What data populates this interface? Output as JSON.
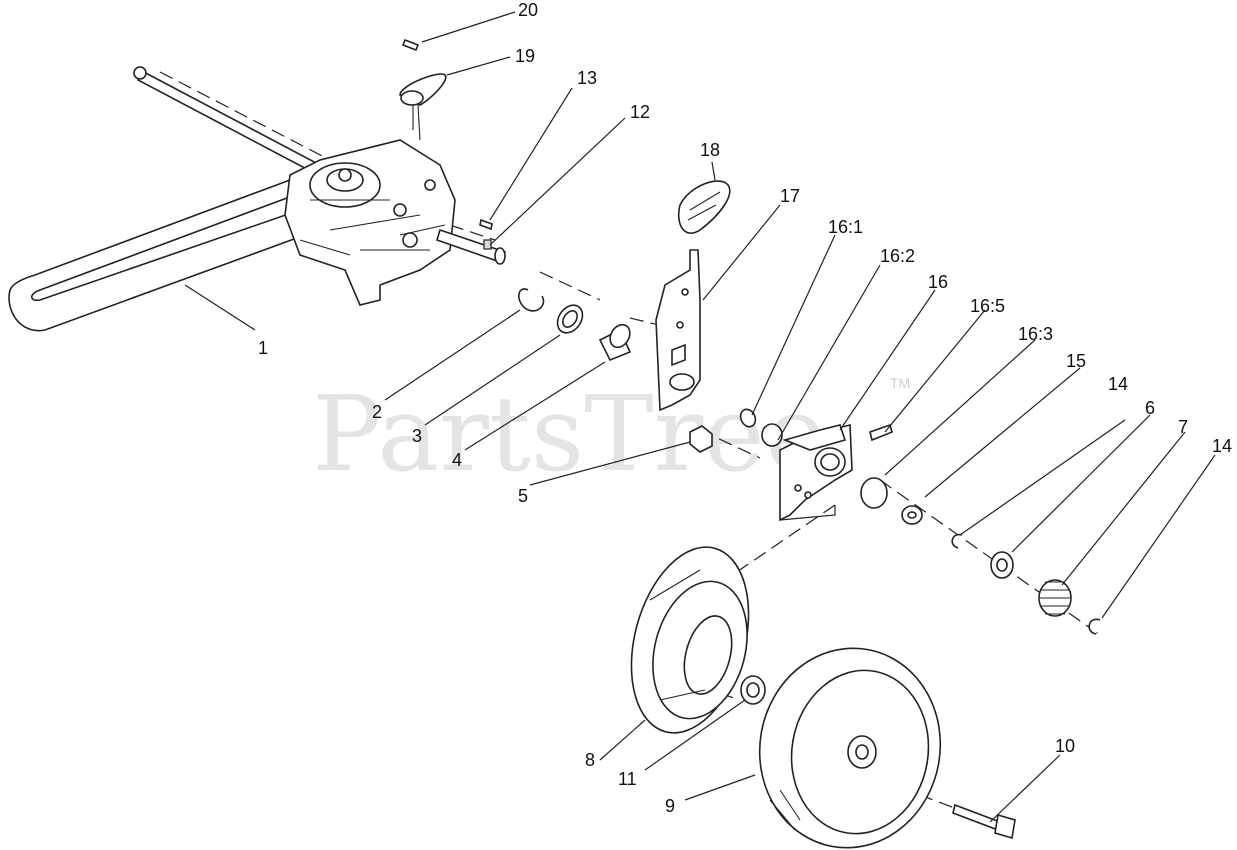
{
  "watermark": {
    "brand": "PartsTree",
    "trademark": "TM"
  },
  "callouts": [
    {
      "id": "c20",
      "text": "20"
    },
    {
      "id": "c19",
      "text": "19"
    },
    {
      "id": "c13",
      "text": "13"
    },
    {
      "id": "c12",
      "text": "12"
    },
    {
      "id": "c18",
      "text": "18"
    },
    {
      "id": "c17",
      "text": "17"
    },
    {
      "id": "c16_1",
      "text": "16:1"
    },
    {
      "id": "c16_2",
      "text": "16:2"
    },
    {
      "id": "c16",
      "text": "16"
    },
    {
      "id": "c16_5",
      "text": "16:5"
    },
    {
      "id": "c16_3",
      "text": "16:3"
    },
    {
      "id": "c15",
      "text": "15"
    },
    {
      "id": "c14a",
      "text": "14"
    },
    {
      "id": "c6",
      "text": "6"
    },
    {
      "id": "c7",
      "text": "7"
    },
    {
      "id": "c14b",
      "text": "14"
    },
    {
      "id": "c1",
      "text": "1"
    },
    {
      "id": "c2",
      "text": "2"
    },
    {
      "id": "c3",
      "text": "3"
    },
    {
      "id": "c4",
      "text": "4"
    },
    {
      "id": "c5",
      "text": "5"
    },
    {
      "id": "c8",
      "text": "8"
    },
    {
      "id": "c11",
      "text": "11"
    },
    {
      "id": "c9",
      "text": "9"
    },
    {
      "id": "c10",
      "text": "10"
    }
  ]
}
